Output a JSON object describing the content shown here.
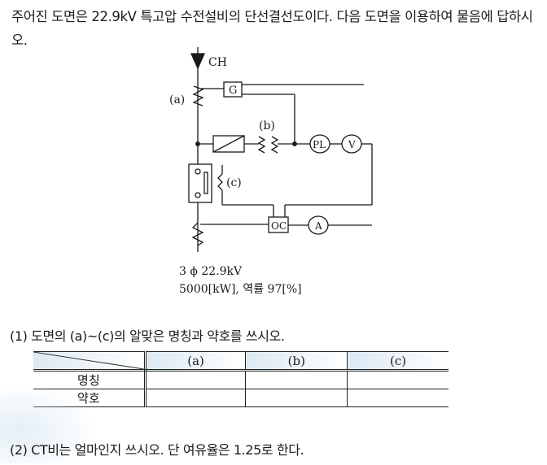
{
  "problem": {
    "intro": "주어진 도면은 22.9kV 특고압 수전설비의 단선결선도이다. 다음 도면을 이용하여 물음에 답하시오."
  },
  "diagram": {
    "source_label": "CH",
    "label_a": "(a)",
    "label_b": "(b)",
    "label_c": "(c)",
    "box_g": "G",
    "lamp_pl": "PL",
    "meter_v": "V",
    "relay_oc": "OC",
    "meter_a": "A",
    "spec_line1": "3 ϕ 22.9kV",
    "spec_line2": "5000[kW], 역률 97[%]"
  },
  "question1": {
    "text": "(1) 도면의 (a)~(c)의 알맞은 명칭과 약호를 쓰시오.",
    "table": {
      "columns": [
        "(a)",
        "(b)",
        "(c)"
      ],
      "rows": [
        {
          "label": "명칭",
          "cells": [
            "",
            "",
            ""
          ]
        },
        {
          "label": "약호",
          "cells": [
            "",
            "",
            ""
          ]
        }
      ]
    }
  },
  "question2": {
    "text": "(2) CT비는 얼마인지 쓰시오. 단 여유율은 1.25로 한다."
  }
}
